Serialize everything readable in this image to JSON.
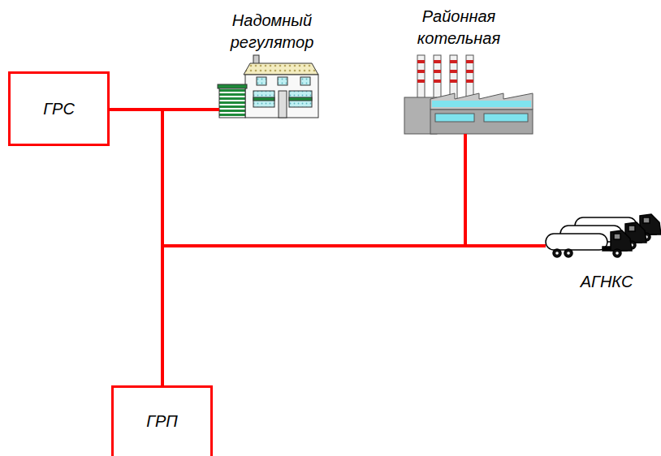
{
  "diagram": {
    "nodes": [
      {
        "text": [
          "ГРС"
        ]
      },
      {
        "text": [
          "Надомный регулятор"
        ]
      },
      {
        "text": [
          "Районная котельная"
        ]
      },
      {
        "text": [
          "АГНКС"
        ]
      },
      {
        "text": [
          "ГРП"
        ]
      }
    ],
    "edges": [
      {
        "from": 0,
        "to": 1,
        "arrow": "none"
      },
      {
        "from": 0,
        "to": 4,
        "arrow": "none"
      },
      {
        "from": 0,
        "to": 2,
        "arrow": "none"
      },
      {
        "from": 0,
        "to": 3,
        "arrow": "none"
      }
    ]
  }
}
